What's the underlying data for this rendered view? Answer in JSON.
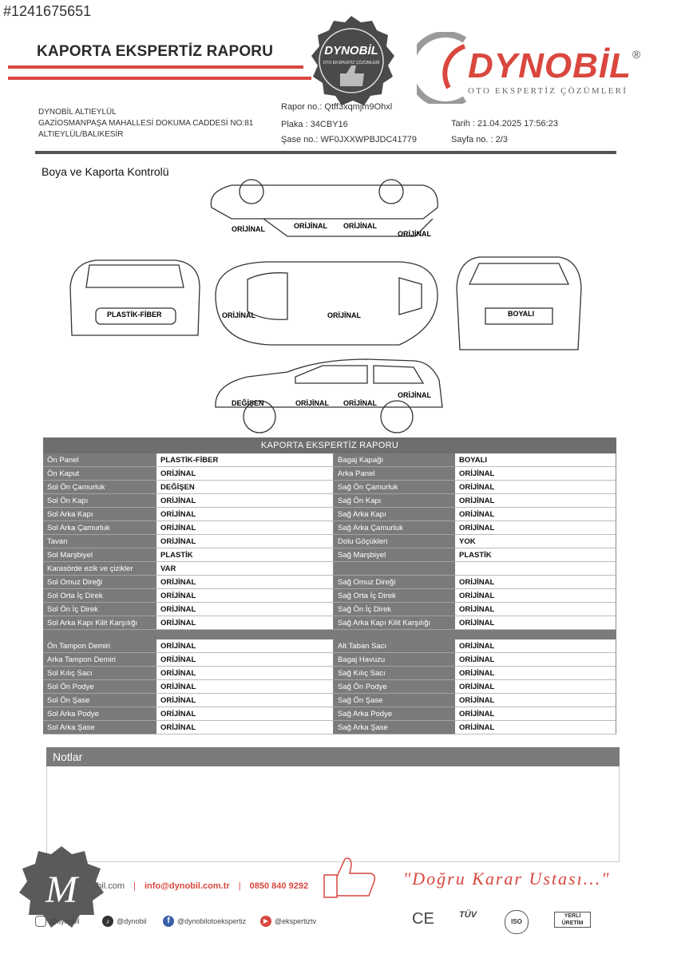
{
  "listing_id": "#1241675651",
  "header": {
    "title": "KAPORTA EKSPERTİZ RAPORU",
    "seal_text": "DYNOBİL",
    "seal_sub": "OTO EKSPERTİZ ÇÖZÜMLERİ",
    "brand_name": "DYNOBİL",
    "brand_reg": "®",
    "brand_sub": "OTO EKSPERTİZ ÇÖZÜMLERİ"
  },
  "company": {
    "name": "DYNOBİL ALTIEYLÜL",
    "address1": "GAZİOSMANPAŞA MAHALLESİ DOKUMA CADDESİ NO:81",
    "address2": "ALTIEYLÜL/BALIKESİR"
  },
  "meta": {
    "rapor_no": "Rapor no.: Qtff3xqmjm9Ohxl",
    "plaka": "Plaka : 34CBY16",
    "sase_no": "Şase no.: WF0JXXWPBJDC41779",
    "tarih": "Tarih : 21.04.2025 17:56:23",
    "sayfa": "Sayfa no. : 2/3"
  },
  "section_title": "Boya ve Kaporta Kontrolü",
  "diagram_labels": {
    "top_left": "ORİJİNAL",
    "top_mid1": "ORİJİNAL",
    "top_mid2": "ORİJİNAL",
    "top_right": "ORİJİNAL",
    "front": "PLASTİK-FİBER",
    "roof_left": "ORİJİNAL",
    "roof_center": "ORİJİNAL",
    "rear": "BOYALI",
    "side_front": "DEĞİŞEN",
    "side_mid1": "ORİJİNAL",
    "side_mid2": "ORİJİNAL",
    "side_rear": "ORİJİNAL"
  },
  "table": {
    "title": "KAPORTA EKSPERTİZ RAPORU",
    "rows": [
      {
        "l1": "Ön Panel",
        "v1": "PLASTİK-FİBER",
        "l2": "Bagaj Kapağı",
        "v2": "BOYALI"
      },
      {
        "l1": "Ön Kaput",
        "v1": "ORİJİNAL",
        "l2": "Arka Panel",
        "v2": "ORİJİNAL"
      },
      {
        "l1": "Sol Ön Çamurluk",
        "v1": "DEĞİŞEN",
        "l2": "Sağ Ön Çamurluk",
        "v2": "ORİJİNAL"
      },
      {
        "l1": "Sol Ön Kapı",
        "v1": "ORİJİNAL",
        "l2": "Sağ Ön Kapı",
        "v2": "ORİJİNAL"
      },
      {
        "l1": "Sol Arka Kapı",
        "v1": "ORİJİNAL",
        "l2": "Sağ Arka Kapı",
        "v2": "ORİJİNAL"
      },
      {
        "l1": "Sol Arka Çamurluk",
        "v1": "ORİJİNAL",
        "l2": "Sağ Arka Çamurluk",
        "v2": "ORİJİNAL"
      },
      {
        "l1": "Tavan",
        "v1": "ORİJİNAL",
        "l2": "Dolu Göçükleri",
        "v2": "YOK"
      },
      {
        "l1": "Sol Marşbiyel",
        "v1": "PLASTİK",
        "l2": "Sağ Marşbiyel",
        "v2": "PLASTİK"
      },
      {
        "l1": "Karasörde ezik ve çizikler",
        "v1": "VAR",
        "l2": "",
        "v2": ""
      },
      {
        "l1": "Sol Omuz Direği",
        "v1": "ORİJİNAL",
        "l2": "Sağ Omuz Direği",
        "v2": "ORİJİNAL"
      },
      {
        "l1": "Sol Orta İç Direk",
        "v1": "ORİJİNAL",
        "l2": "Sağ Orta İç Direk",
        "v2": "ORİJİNAL"
      },
      {
        "l1": "Sol Ön İç Direk",
        "v1": "ORİJİNAL",
        "l2": "Sağ Ön İç Direk",
        "v2": "ORİJİNAL"
      },
      {
        "l1": "Sol Arka Kapı Kilit Karşılığı",
        "v1": "ORİJİNAL",
        "l2": "Sağ Arka Kapı Kilit Karşılığı",
        "v2": "ORİJİNAL"
      }
    ],
    "rows2": [
      {
        "l1": "Ön Tampon Demiri",
        "v1": "ORİJİNAL",
        "l2": "Alt Taban Sacı",
        "v2": "ORİJİNAL"
      },
      {
        "l1": "Arka Tampon Demiri",
        "v1": "ORİJİNAL",
        "l2": "Bagaj Havuzu",
        "v2": "ORİJİNAL"
      },
      {
        "l1": "Sol Kılıç Sacı",
        "v1": "ORİJİNAL",
        "l2": "Sağ Kılıç Sacı",
        "v2": "ORİJİNAL"
      },
      {
        "l1": "Sol Ön Podye",
        "v1": "ORİJİNAL",
        "l2": "Sağ Ön Podye",
        "v2": "ORİJİNAL"
      },
      {
        "l1": "Sol Ön Şase",
        "v1": "ORİJİNAL",
        "l2": "Sağ Ön Şase",
        "v2": "ORİJİNAL"
      },
      {
        "l1": "Sol Arka Podye",
        "v1": "ORİJİNAL",
        "l2": "Sağ Arka Podye",
        "v2": "ORİJİNAL"
      },
      {
        "l1": "Sol Arka Şase",
        "v1": "ORİJİNAL",
        "l2": "Sağ Arka Şase",
        "v2": "ORİJİNAL"
      }
    ]
  },
  "notes": {
    "title": "Notlar"
  },
  "footer": {
    "web": "...bil.com",
    "email": "info@dynobil.com.tr",
    "phone": "0850 840 9292",
    "slogan": "\"Doğru Karar Ustası...\"",
    "social1": "@dynobil",
    "social2": "@dynobil",
    "social3": "@dynobilotoekspertiz",
    "social4": "@ekspertiztv",
    "cert1": "CE",
    "cert2": "TÜV",
    "cert3": "ISO",
    "cert4": "YERLİ ÜRETİM",
    "watermark_letter": "M"
  },
  "colors": {
    "accent": "#d9473f",
    "table_label_bg": "#7b7b7b"
  }
}
